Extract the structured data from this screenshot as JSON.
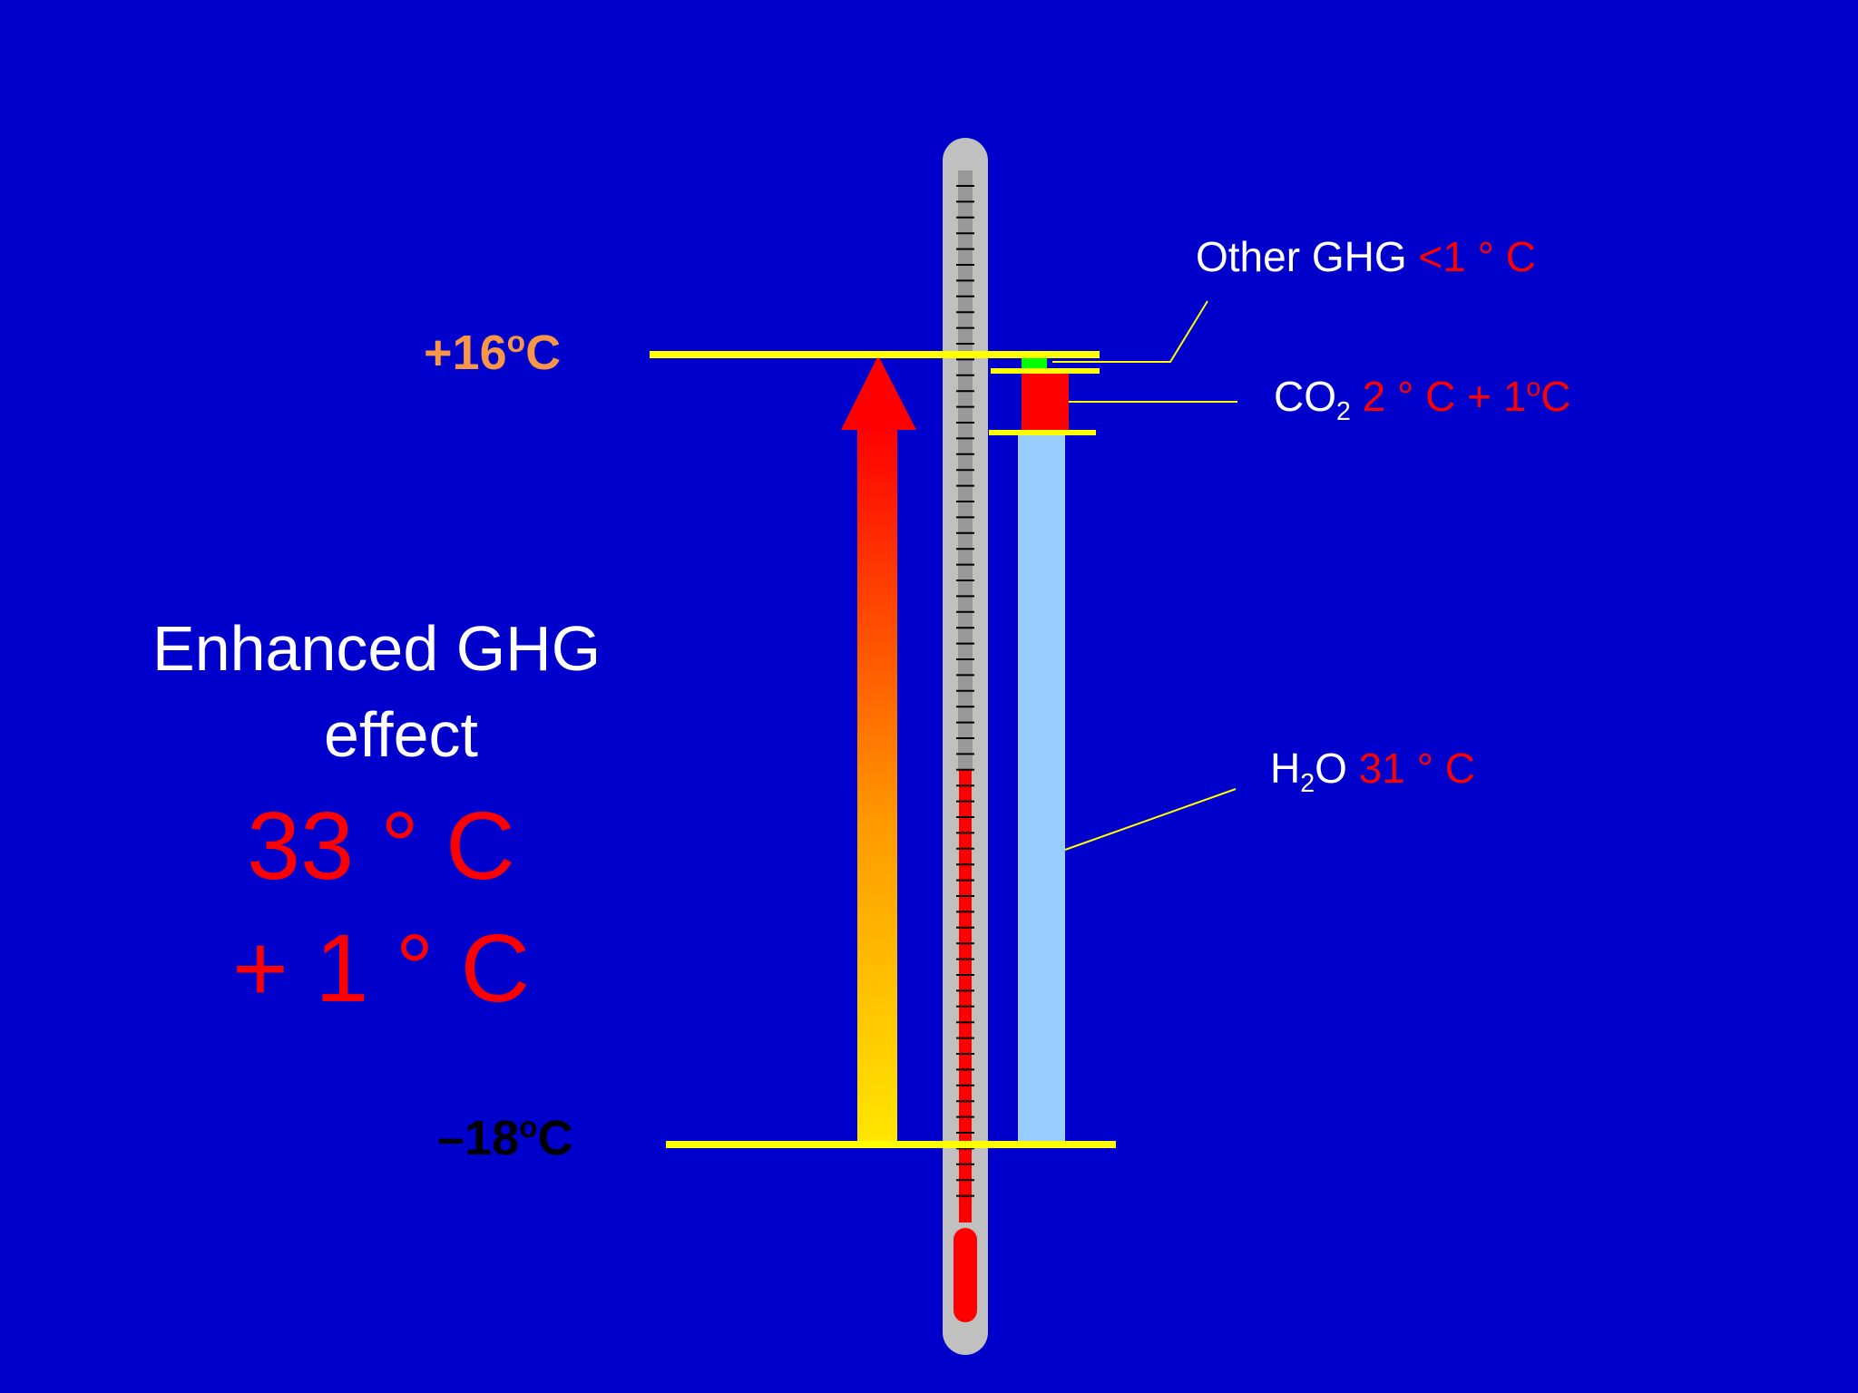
{
  "title": {
    "line1": "Enhanced GHG",
    "line2": "effect",
    "value1": "33 °  C",
    "value2": "+ 1 °  C"
  },
  "levels": {
    "top": {
      "sign_num": "+16",
      "sup": "o",
      "unit": "C"
    },
    "bottom": {
      "sign_num": "–18",
      "sup": "o",
      "unit": "C"
    }
  },
  "labels": {
    "other": {
      "name": "Other GHG ",
      "value": "<1 °  C"
    },
    "co2": {
      "base": "CO",
      "sub": "2",
      "value": " 2 °  C + 1",
      "sup": "o",
      "unit": "C"
    },
    "h2o": {
      "base": "H",
      "sub": "2",
      "rest": "O ",
      "value": "31 °  C"
    }
  },
  "colors": {
    "background": "#0000CC",
    "level_line": "#FFFF00",
    "h2o_bar": "#99CCFF",
    "co2_bar": "#FF0000",
    "other_bar": "#00FF00",
    "thermometer_tube": "#C0C0C0",
    "mercury": "#FF0000",
    "arrow_top": "#FF0000",
    "arrow_bottom": "#FFE600"
  }
}
